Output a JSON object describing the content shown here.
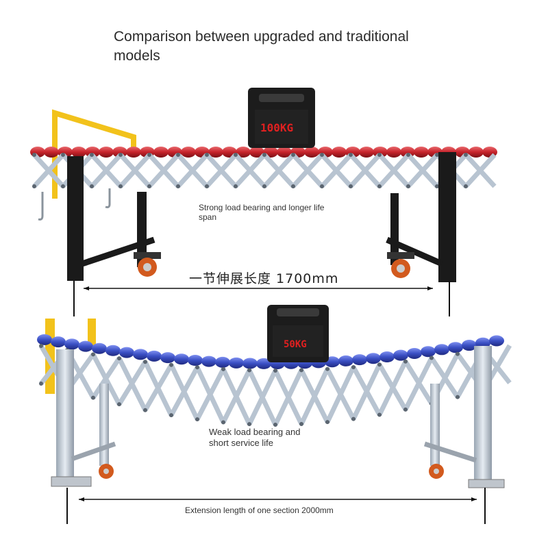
{
  "title": "Comparison between upgraded and traditional models",
  "upgraded": {
    "weight_label": "100KG",
    "caption": "Strong load bearing and longer life span",
    "extension_label": "一节伸展长度 1700mm",
    "roller_color": "#c7232b",
    "leg_color": "#1a1a1a",
    "handle_color": "#f2c21b"
  },
  "traditional": {
    "weight_label": "50KG",
    "caption_line1": "Weak load bearing and",
    "caption_line2": "short service life",
    "extension_label": "Extension length of one section 2000mm",
    "roller_color": "#3a4fc4",
    "leg_color": "#a9adb3",
    "handle_color": "#f2c21b"
  },
  "colors": {
    "scissor_frame": "#b8c4d1",
    "weight_body": "#1c1c1c",
    "weight_text": "#e02020"
  }
}
